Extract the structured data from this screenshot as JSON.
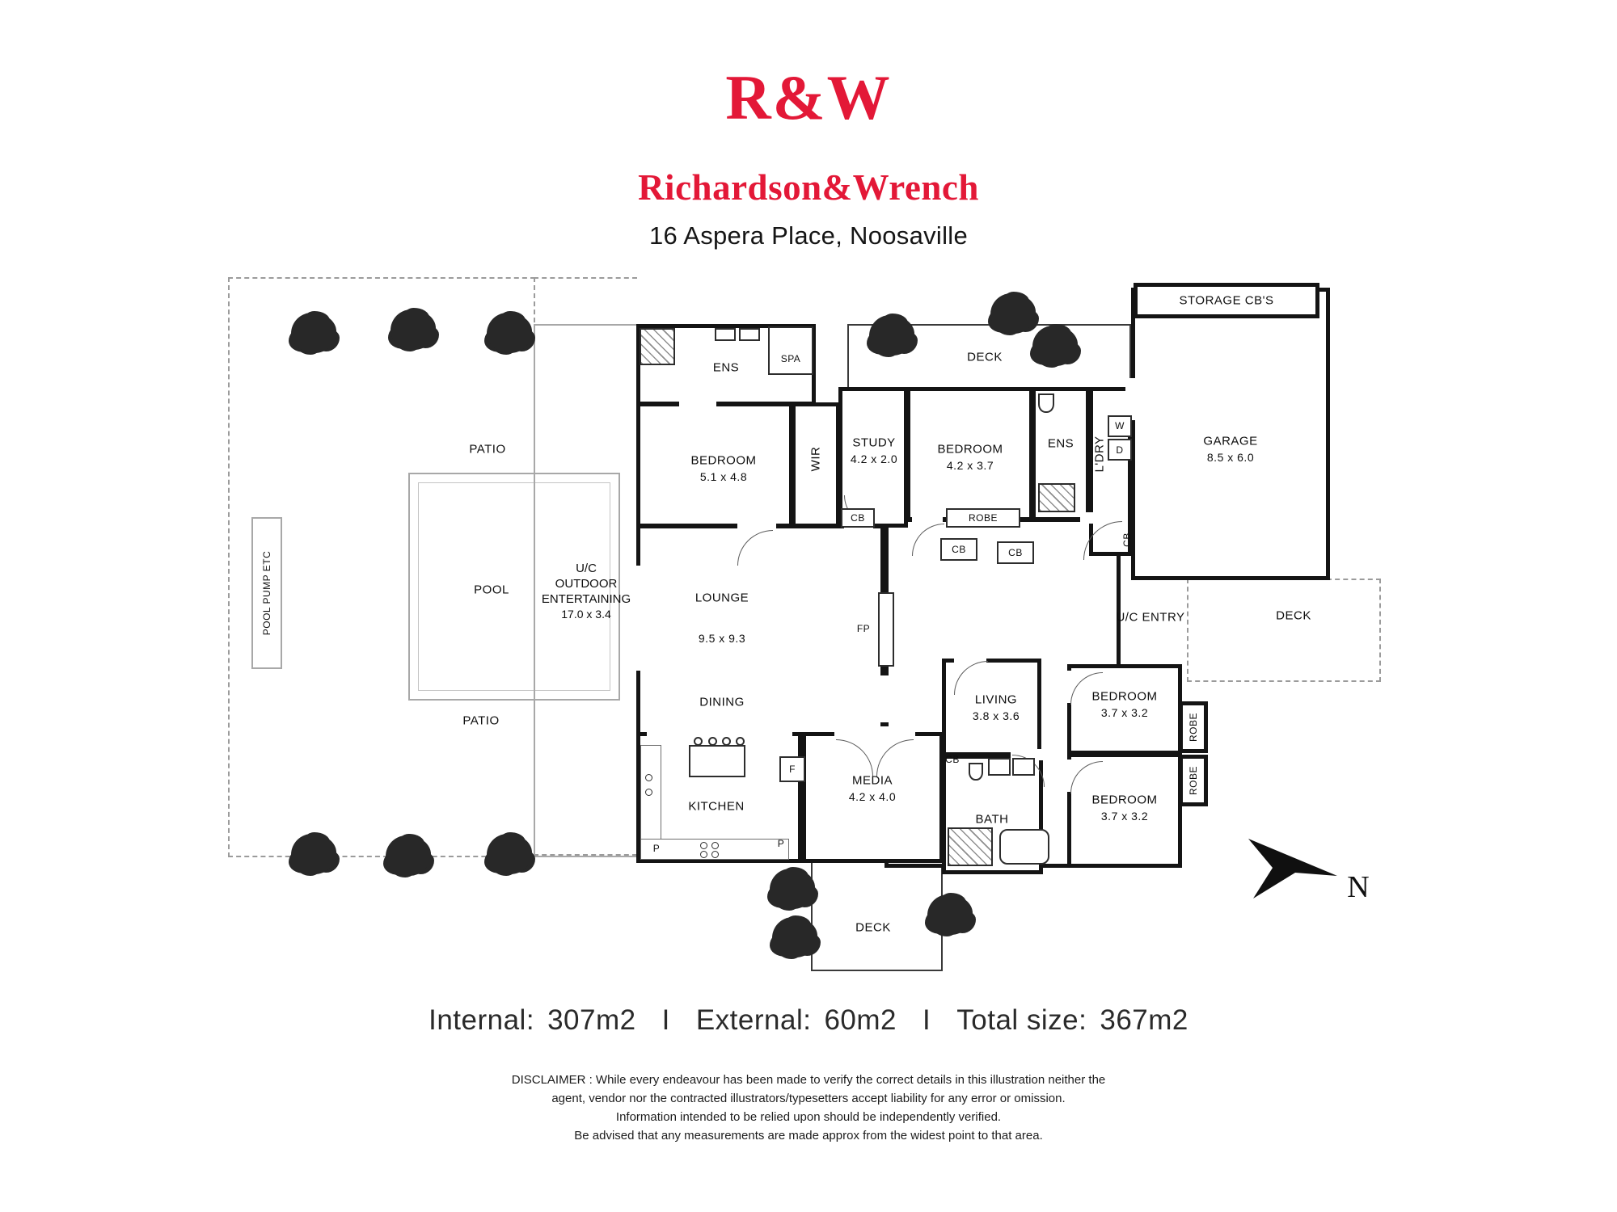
{
  "header": {
    "logo": "R&W",
    "brand": "Richardson&Wrench",
    "address": "16 Aspera Place, Noosaville",
    "brand_color": "#E31837"
  },
  "plan": {
    "north_label": "N",
    "rooms": {
      "ens1": {
        "name": "ENS"
      },
      "spa": {
        "name": "SPA"
      },
      "bedroom1": {
        "name": "BEDROOM",
        "dims": "5.1 x 4.8"
      },
      "wir": {
        "name": "WIR"
      },
      "study": {
        "name": "STUDY",
        "dims": "4.2 x 2.0"
      },
      "bedroom2": {
        "name": "BEDROOM",
        "dims": "4.2 x 3.7"
      },
      "ens2": {
        "name": "ENS"
      },
      "laundry": {
        "name": "L'DRY"
      },
      "washer": {
        "name": "W"
      },
      "dryer": {
        "name": "D"
      },
      "storage": {
        "name": "STORAGE CB'S"
      },
      "garage": {
        "name": "GARAGE",
        "dims": "8.5 x 6.0"
      },
      "deck_top": {
        "name": "DECK"
      },
      "deck_right": {
        "name": "DECK"
      },
      "deck_bottom": {
        "name": "DECK"
      },
      "outdoor": {
        "lines": [
          "U/C",
          "OUTDOOR",
          "ENTERTAINING",
          "17.0 x 3.4"
        ]
      },
      "lounge": {
        "name": "LOUNGE",
        "dims": "9.5 x 9.3"
      },
      "dining": {
        "name": "DINING"
      },
      "kitchen": {
        "name": "KITCHEN"
      },
      "fireplace": {
        "name": "FP"
      },
      "fridge": {
        "name": "F"
      },
      "pantry1": {
        "name": "P"
      },
      "pantry2": {
        "name": "P"
      },
      "robe_hall": {
        "name": "ROBE"
      },
      "robe_bed3": {
        "name": "ROBE"
      },
      "robe_bed4": {
        "name": "ROBE"
      },
      "cb1": {
        "name": "CB"
      },
      "cb2": {
        "name": "CB"
      },
      "cb3": {
        "name": "CB"
      },
      "cb4": {
        "name": "CB"
      },
      "cb5": {
        "name": "CB"
      },
      "entry": {
        "name": "U/C ENTRY"
      },
      "living": {
        "name": "LIVING",
        "dims": "3.8 x 3.6"
      },
      "bedroom3": {
        "name": "BEDROOM",
        "dims": "3.7 x 3.2"
      },
      "bedroom4": {
        "name": "BEDROOM",
        "dims": "3.7 x 3.2"
      },
      "media": {
        "name": "MEDIA",
        "dims": "4.2 x 4.0"
      },
      "bath": {
        "name": "BATH"
      },
      "pool": {
        "name": "POOL"
      },
      "patio_top": {
        "name": "PATIO"
      },
      "patio_bottom": {
        "name": "PATIO"
      },
      "pool_pump": {
        "name": "POOL PUMP ETC"
      }
    }
  },
  "summary": {
    "internal_label": "Internal:",
    "internal_value": "307m2",
    "separator": "I",
    "external_label": "External:",
    "external_value": "60m2",
    "total_label": "Total size:",
    "total_value": "367m2"
  },
  "disclaimer": {
    "line1": "DISCLAIMER : While every endeavour has been made to verify the correct details in this illustration neither the",
    "line2": "agent, vendor nor the contracted illustrators/typesetters accept liability for any error or omission.",
    "line3": "Information intended to be relied upon should be independently verified.",
    "line4": "Be advised that any measurements are made approx from the widest point to that area."
  }
}
